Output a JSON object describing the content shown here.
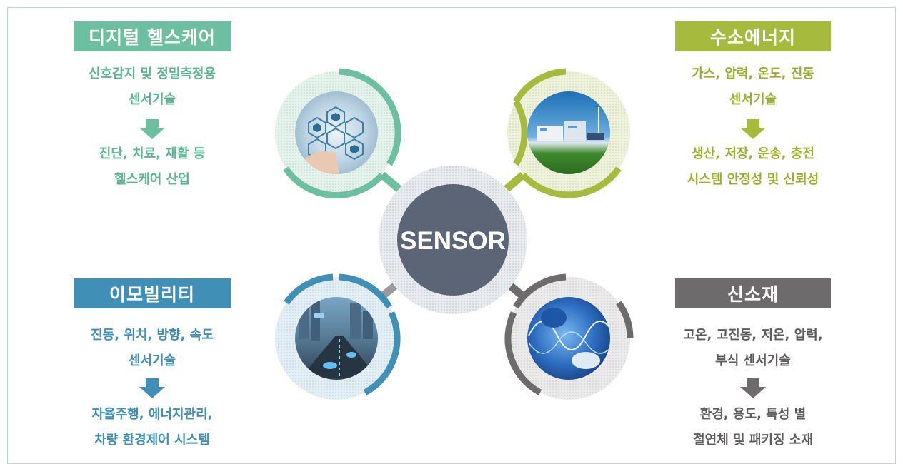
{
  "center": {
    "label": "SENSOR"
  },
  "quadrants": {
    "digital_health": {
      "title": "디지털 헬스케어",
      "tech_lines": [
        "신호감지 및 정밀측정용",
        "센서기술"
      ],
      "app_lines": [
        "진단, 치료, 재활 등",
        "헬스케어 산업"
      ],
      "color": "#6cbfa0",
      "image_icon": "healthcare-hexagon-network-image"
    },
    "hydrogen": {
      "title": "수소에너지",
      "tech_lines": [
        "가스, 압력, 온도, 진동",
        "센서기술"
      ],
      "app_lines": [
        "생산, 저장, 운송, 충전",
        "시스템 안정성 및 신뢰성"
      ],
      "color": "#a6bb3e",
      "image_icon": "hydrogen-plant-image"
    },
    "emobility": {
      "title": "이모빌리티",
      "tech_lines": [
        "진동, 위치, 방향, 속도",
        "센서기술"
      ],
      "app_lines": [
        "자율주행, 에너지관리,",
        "차량 환경제어 시스템"
      ],
      "color": "#3f8fb6",
      "image_icon": "smart-city-traffic-image"
    },
    "new_materials": {
      "title": "신소재",
      "tech_lines": [
        "고온, 고진동, 저온, 압력,",
        "부식 센서기술"
      ],
      "app_lines": [
        "환경, 용도, 특성 별",
        "절연체 및 패키징  소재"
      ],
      "color": "#6e6b6c",
      "image_icon": "materials-research-glove-image"
    }
  },
  "colors": {
    "center_fill": "#5b6576",
    "halo": "#c9ced6",
    "frame": "#b9d4e6"
  }
}
